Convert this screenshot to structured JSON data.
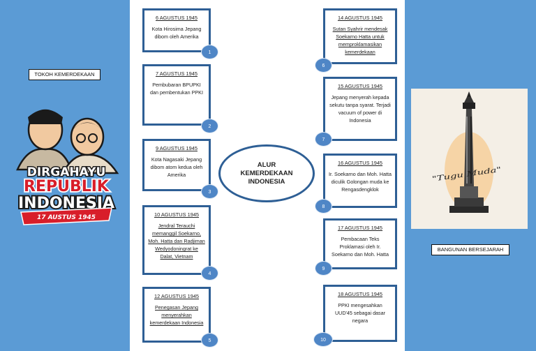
{
  "left_panel": {
    "label": "TOKOH KEMERDEKAAN",
    "poster": {
      "line1": "DIRGAHAYU",
      "line2": "REPUBLIK",
      "line3": "INDONESIA",
      "ribbon": "17 AUSTUS 1945"
    }
  },
  "right_panel": {
    "label": "BANGUNAN BERSEJARAH",
    "monument_caption": "\"Tugu Muda\""
  },
  "center": {
    "title": "ALUR\nKEMERDEKAAN\nINDONESIA"
  },
  "events": [
    {
      "date": "6 AGUSTUS 1945",
      "desc": "Kota Hirosima Jepang dibom oleh Amerika",
      "num": "1"
    },
    {
      "date": "7 AGUSTUS 1945",
      "desc": "Pembubaran BPUPKI dan pembentukan PPKI",
      "num": "2"
    },
    {
      "date": "9 AGUSTUS 1945",
      "desc": "Kota Nagasaki Jepang dibom atom kedua oleh Amerika",
      "num": "3"
    },
    {
      "date": "10 AGUSTUS 1945",
      "desc": "Jendral Terauchi memanggil Soekarno, Moh. Hatta dan Radjiman Wedyodoningrat ke Dalat, Vietnam",
      "num": "4"
    },
    {
      "date": "12 AGUSTUS 1945",
      "desc": "Penegasan Jepang menyerahkan kemerdekaan Indonesia",
      "num": "5"
    },
    {
      "date": "14 AGUSTUS 1945",
      "desc": "Sutan Syahrir mendesak Soekarno Hatta untuk memproklamasikan kemerdekaan",
      "num": "6"
    },
    {
      "date": "15 AGUSTUS 1945",
      "desc": "Jepang menyerah kepada sekutu tanpa syarat. Terjadi vacuum of power di Indonesia",
      "num": "7"
    },
    {
      "date": "16 AGUSTUS 1945",
      "desc": "Ir. Soekarno dan Moh. Hatta diculik Golongan muda ke Rengasdengklok",
      "num": "8"
    },
    {
      "date": "17 AGUSTUS 1945",
      "desc": "Pembacaan Teks Proklamasi oleh Ir. Soekarno dan Moh. Hatta",
      "num": "9"
    },
    {
      "date": "18 AGUSTUS 1945",
      "desc": "PPKI mengesahkan UUD'45 sebagai dasar negara",
      "num": "10"
    }
  ]
}
